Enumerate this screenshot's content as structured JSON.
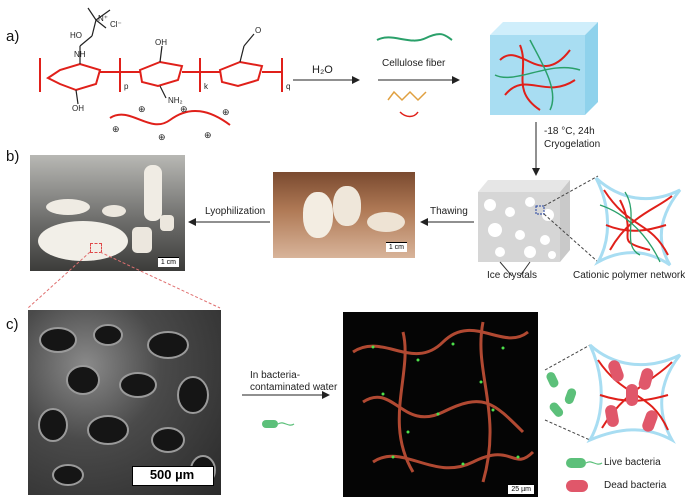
{
  "panels": {
    "a": "a)",
    "b": "b)",
    "c": "c)"
  },
  "chemistry": {
    "chloride": "Cl⁻",
    "nitrogen_plus": "N⁺",
    "hydroxyl": "HO",
    "nh": "NH",
    "nh2": "NH₂",
    "oh": "OH",
    "o": "O",
    "index_p": "p",
    "index_k": "k",
    "index_q": "q"
  },
  "labels": {
    "water": "H₂O",
    "cellulose": "Cellulose fiber",
    "cryo_temp": "-18 °C, 24h",
    "cryo": "Cryogelation",
    "thawing": "Thawing",
    "lyophilization": "Lyophilization",
    "ice_crystals": "Ice crystals",
    "cationic": "Cationic polymer networks",
    "bacteria_water": "In bacteria-\ncontaminated water",
    "live": "Live bacteria",
    "dead": "Dead bacteria"
  },
  "scalebars": {
    "photo1": "1 cm",
    "photo2": "1 cm",
    "sem": "500 µm",
    "fluo": "25 µm"
  },
  "colors": {
    "polymer_red": "#e0201a",
    "fiber_green": "#2aa06a",
    "cube_blue": "#a8ddf2",
    "live_green": "#5cc07a",
    "dead_red": "#e0576a"
  }
}
